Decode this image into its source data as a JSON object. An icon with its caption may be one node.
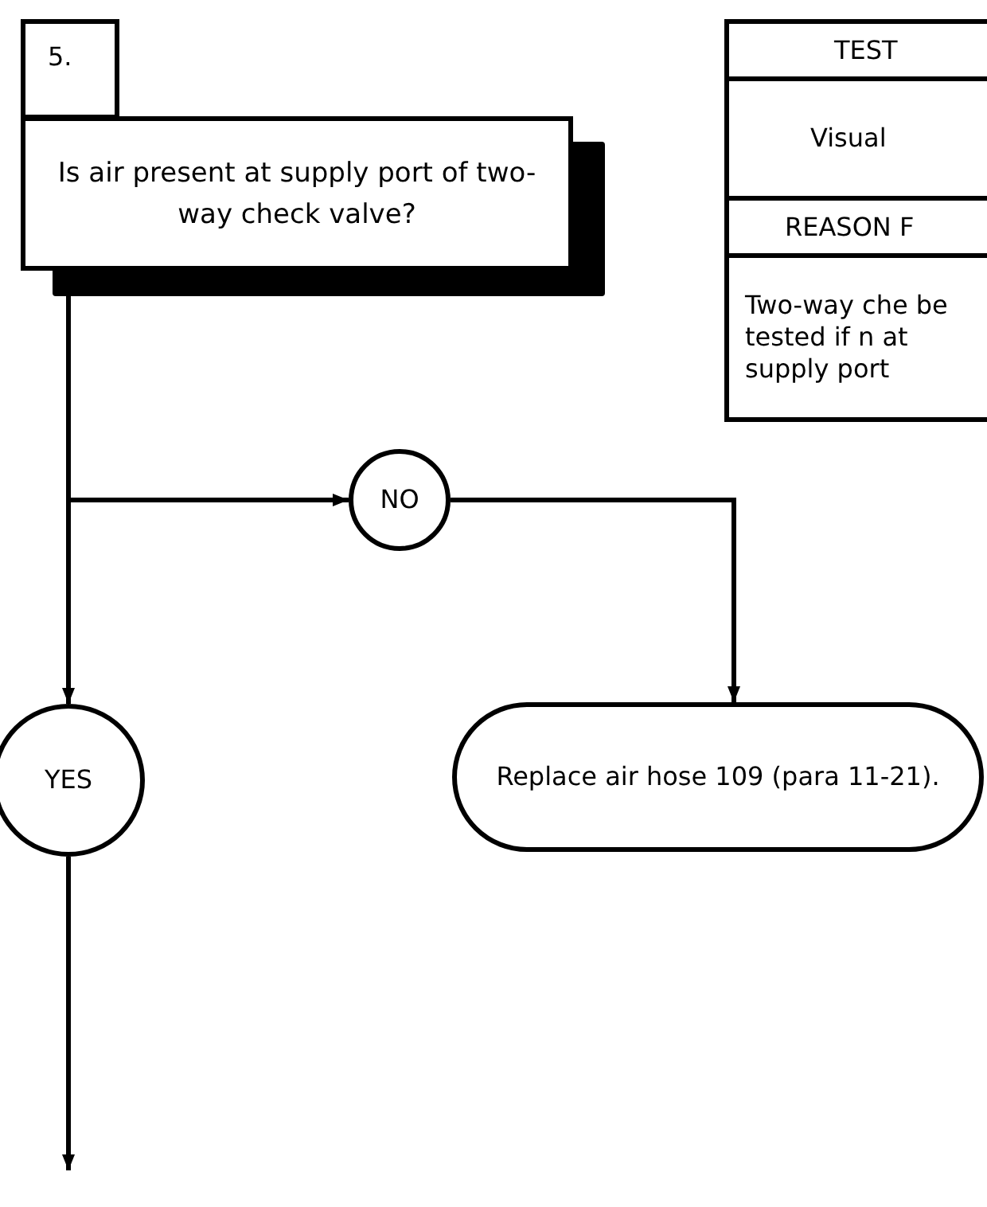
{
  "diagram": {
    "nodes": [
      {
        "text": [
          "5."
        ]
      },
      {
        "text": [
          "Is air present at supply port of two-way check valve?"
        ]
      },
      {
        "text": [
          "NO"
        ]
      },
      {
        "text": [
          "YES"
        ]
      },
      {
        "text": [
          "Replace air hose 109 (para 11-21)."
        ]
      },
      {
        "text": [
          "TEST",
          "Visual",
          "REASON F",
          "Two-way che be tested if n at supply port"
        ]
      }
    ],
    "edges": [
      {
        "from": 1,
        "to": 2,
        "arrow": "to"
      },
      {
        "from": 1,
        "to": 3,
        "arrow": "to"
      },
      {
        "from": 2,
        "to": 4,
        "arrow": "to"
      },
      {
        "from": 3,
        "to": null,
        "arrow": "to"
      }
    ]
  }
}
